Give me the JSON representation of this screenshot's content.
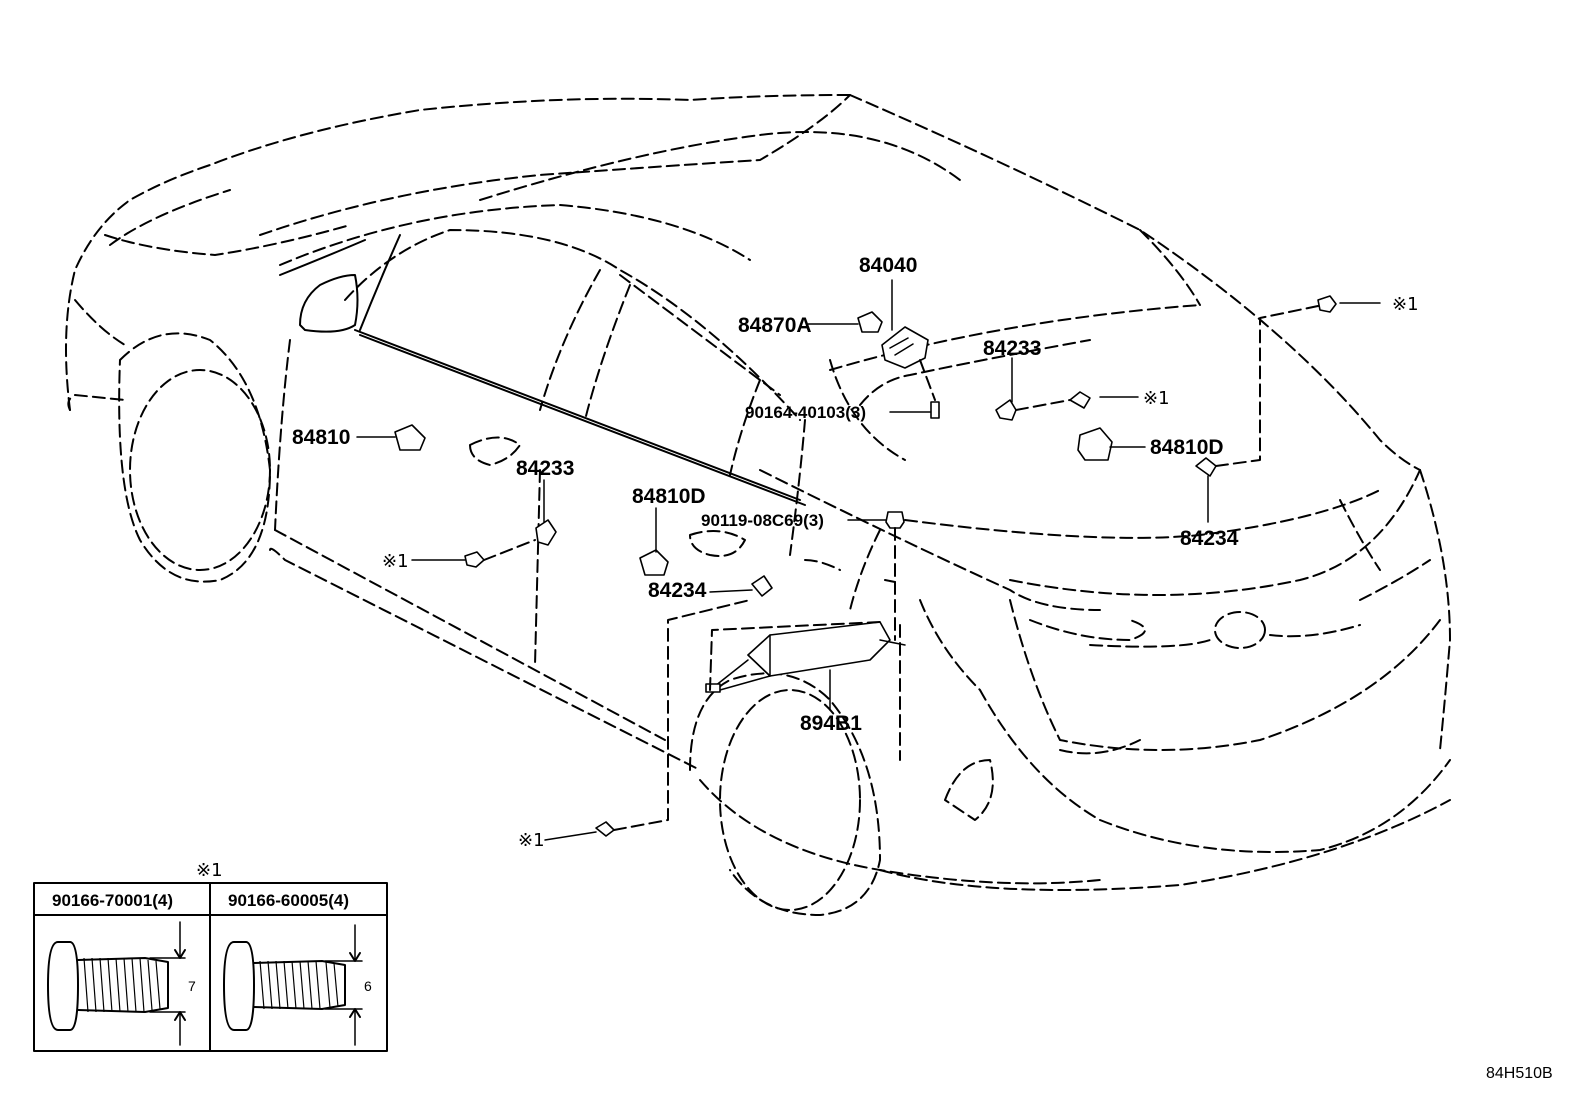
{
  "parts": {
    "p84040": "84040",
    "p84870A": "84870A",
    "p84233_roof": "84233",
    "p90164": "90164-40103(3)",
    "p84810": "84810",
    "p84233_door": "84233",
    "p84810D_right": "84810D",
    "p84810D_center": "84810D",
    "p90119": "90119-08C69(3)",
    "p84234_right": "84234",
    "p84234_center": "84234",
    "p894B1": "894B1"
  },
  "markers": {
    "m1": "※1",
    "m2": "※1",
    "m3": "※1",
    "m4": "※1",
    "table_ref": "※1"
  },
  "fastener_table": {
    "col1": "90166-70001(4)",
    "col2": "90166-60005(4)",
    "dim1": "7",
    "dim2": "6"
  },
  "figure_code": "84H510B"
}
